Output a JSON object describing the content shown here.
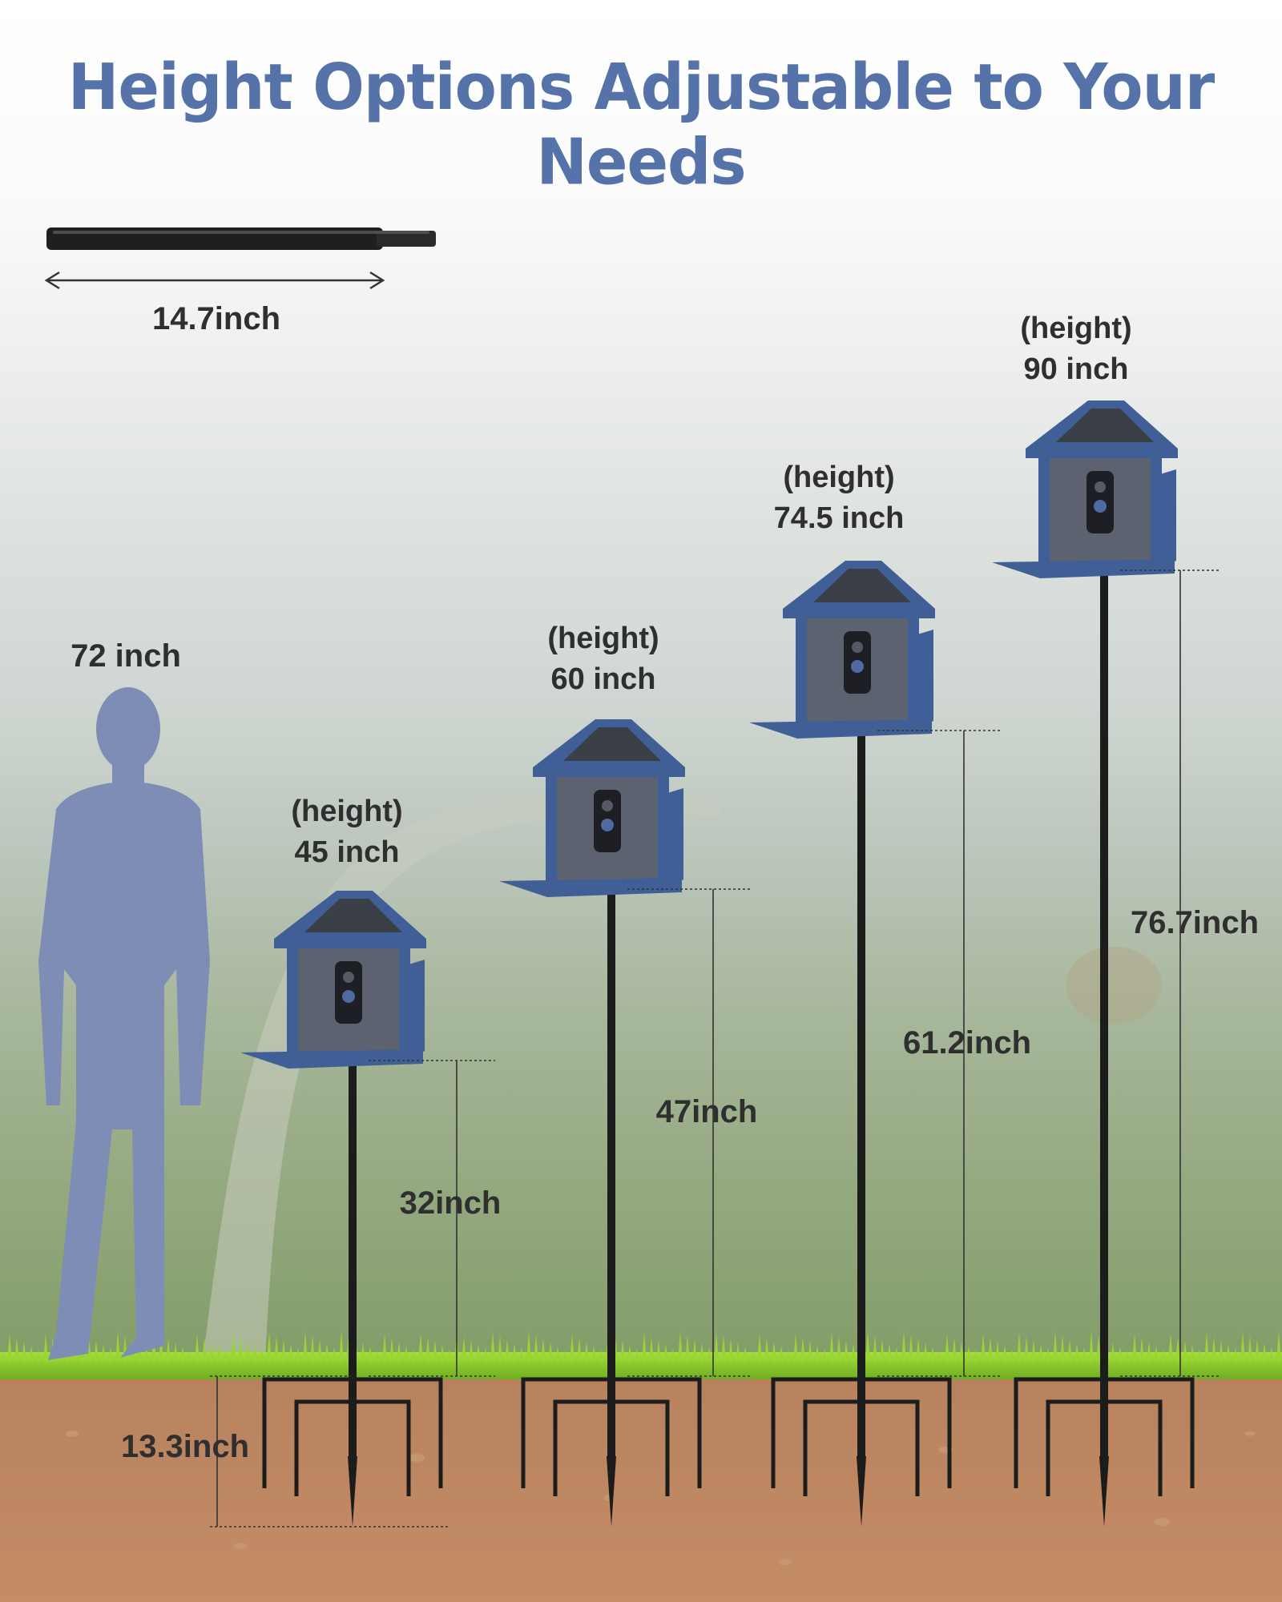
{
  "title": "Height Options Adjustable to Your Needs",
  "pole_section": {
    "length_label": "14.7inch"
  },
  "person": {
    "height_label": "72 inch"
  },
  "ground": {
    "stake_depth_label": "13.3inch"
  },
  "stands": [
    {
      "height_word": "(height)",
      "height_value": "45 inch",
      "pole_label": "32inch"
    },
    {
      "height_word": "(height)",
      "height_value": "60 inch",
      "pole_label": "47inch"
    },
    {
      "height_word": "(height)",
      "height_value": "74.5 inch",
      "pole_label": "61.2inch"
    },
    {
      "height_word": "(height)",
      "height_value": "90 inch",
      "pole_label": "76.7inch"
    }
  ],
  "colors": {
    "title": "#5573a9",
    "feeder": "#3f5f96",
    "soil": "#b07e5d",
    "grass": "#8fcf2e"
  }
}
